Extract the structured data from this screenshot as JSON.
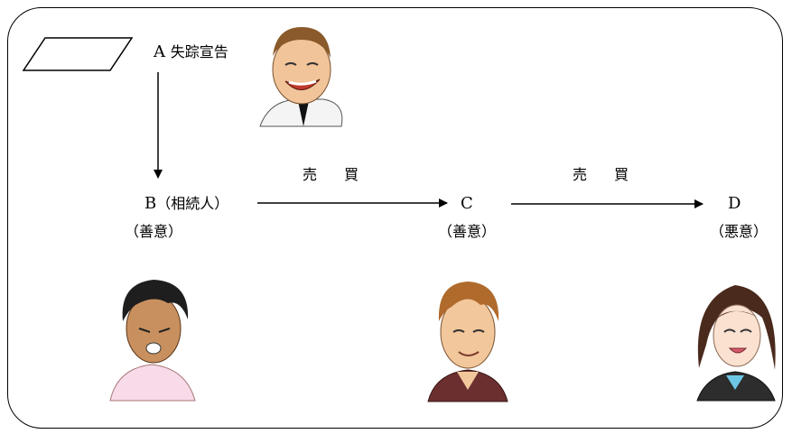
{
  "persons": {
    "a": {
      "letter": "A",
      "note": "失踪宣告"
    },
    "b": {
      "letter": "B",
      "role": "（相続人）",
      "state": "（善意）"
    },
    "c": {
      "letter": "C",
      "state": "（善意）"
    },
    "d": {
      "letter": "D",
      "state": "（悪意）"
    }
  },
  "transactions": {
    "b_to_c": "売買",
    "c_to_d": "売買"
  },
  "icons": {
    "declaration": "parallelogram-icon",
    "person_a": "smiling-man-suit-icon",
    "person_b": "worried-man-icon",
    "person_c": "smiling-young-man-icon",
    "person_d": "smiling-woman-icon"
  }
}
